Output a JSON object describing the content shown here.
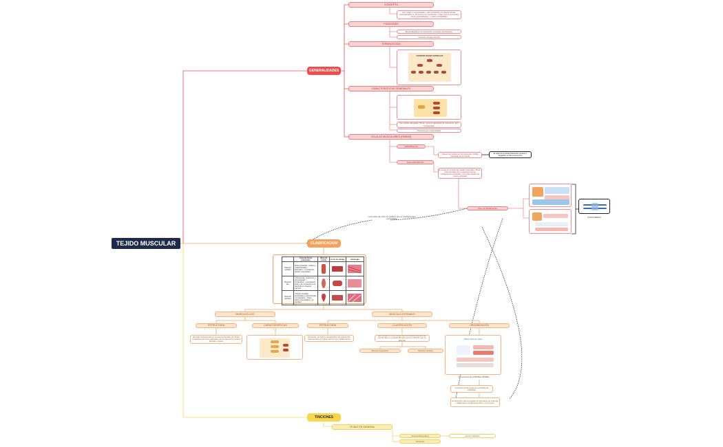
{
  "root": {
    "title": "TEJIDO MUSCULAR"
  },
  "generalidades": {
    "title": "GENERALIDADES",
    "concepto": {
      "label": "CONCEPTO",
      "text": "Es 1 tejido o especializado, está constituido por largas células especializadas en el proceso de contracción, el tipo que se encuentra cerca especialización, o tejido excitabilidad"
    },
    "funciones": {
      "label": "FUNCIONES",
      "items": [
        "Especializada en la contracción muscular (movimiento)",
        "Generar energía corporal"
      ]
    },
    "terminologia": {
      "label": "TERMINOLOGIA",
      "image_title": "CONSIDERACIONES GENERALES"
    },
    "caracteristicas": {
      "label": "CARACTERISTICAS GENERALES",
      "items": [
        "Son células alargadas \"fibras\", tiene la capacidad de contraerse (Son Contractiles)",
        "Presenta gran Vascularidad"
      ]
    },
    "celulas": {
      "label": "CELULAS MUSCULARES (FIBRAS)",
      "sub1": "MIOFIBRILLAS",
      "sub1_text": "Parece muy similar con los elementos: Fibrilla vasculares en el cúmulo",
      "sub1_side": "El tejido de la célula (filamentos gruesos y delgados) se llama sarcomero",
      "sub2": "TALA CONTRACTIL",
      "sub2_text": "El regular se contraen las células conectados \"fibras\", están formados por el sarcómero de los miofilamentos contractiles y por otras células que tiene la actividad",
      "sub3": "Tipos de Miofilamentos",
      "image_caption": "SARCOMERO"
    }
  },
  "clasificacion": {
    "title": "CLASIFICACION",
    "curve_label": "La función de corte en relación de los miofilamentos contractiles",
    "table": {
      "headers": [
        "",
        "Características principales",
        "Muestra celular",
        "Corte de células",
        "Histología"
      ],
      "rows": [
        {
          "name": "Músculo estriado",
          "text": "Fibras estriadas, contiene y multinucleadas; • Voluntario; • Contracción rápida y esquelético"
        },
        {
          "name": "Músculo liso",
          "text": "• Fibras lisas, fusiformes y uninucleadas; • Involuntario; • Contracción lenta; • Se encuentra en la pared de los órganos internos"
        },
        {
          "name": "Músculo cardíaco",
          "text": "• Fibras estriadas, ramificadas y uninucleadas; • Involuntario; • Tiene discos intercalados y es cardiaco"
        }
      ]
    },
    "liso": {
      "label": "MUSCULO LISO",
      "estructura": {
        "label": "ESTRUCTURA",
        "text": "El tejido muscular liso se encuentra formado por fibras musculares de forma alargada que se agrupan formando láminas o haces"
      },
      "caracteristicas": {
        "label": "CARACTERISTICAS"
      }
    },
    "estriado": {
      "label": "MUSCULO ESTRIADO",
      "estructura": {
        "label": "ESTRUCTURA",
        "text": "Presentan un patrón característico de estructuras transversales a lo largo del haz por miofilamentos"
      },
      "clasificacion": {
        "label": "CLASIFICACION",
        "text": "Es formado en como fibras, las fibroblastos estriaciones forman filas en el tejido fibrosas como a músculo que se alternan",
        "items": [
          "Músculo esquelético",
          "Músculo cardiaco"
        ]
      },
      "organizacion": {
        "label": "ORGANIZACION",
        "image_title": "Fibras, estroma, vasos...",
        "items": [
          "Se compone de miofibrillas (fibrillas)",
          "La función de las proteínas contractiles de miofibrillas",
          "El sarcomero está compuesto por tres clases de proteínas miofilamentos, las filamentos finos y los gruesos"
        ]
      }
    }
  },
  "tinciones": {
    "title": "TINCIONES",
    "sub": "TEJIDO EN GENERAL",
    "items": [
      "Hematoxilina-eosina",
      "Tricromico"
    ],
    "side": "Azul de Toluidina"
  },
  "colors": {
    "root": "#1e2a4a",
    "red": "#ef4c4c",
    "orange": "#f5a25d",
    "yellow": "#f6d64a"
  }
}
